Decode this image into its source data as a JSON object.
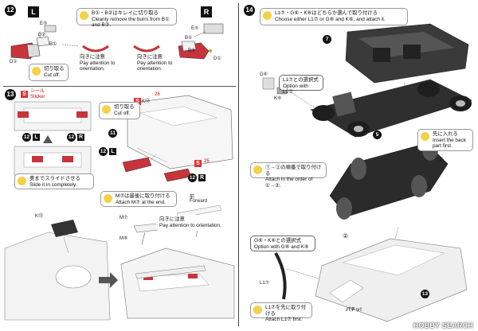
{
  "step12": {
    "number": "12",
    "left_label": "L",
    "right_label": "R",
    "cut_top": "B①・B②はキレイに切り取る\nCleanly remove the burrs from B① and B②.",
    "orientation_l": "向きに注意\nPay attention to\norientation.",
    "orientation_r": "向きに注意\nPay attention to\norientation.",
    "cut_off": "切り取る\nCut off.",
    "parts": [
      "E⑤",
      "B①",
      "D①",
      "B②",
      "E⑤",
      "D①",
      "B①",
      "B②"
    ]
  },
  "step13": {
    "number": "13",
    "seal_jp": "シール",
    "seal_en": "Sticker",
    "sticker_letter": "S",
    "k_part": "K⑫",
    "cut_off": "切り取る\nCut off.",
    "body_part": "11",
    "lamp_l": "12",
    "lamp_l_side": "L",
    "lamp_r": "12",
    "lamp_r_side": "R",
    "slide_in": "奥までスライドさせる\nSlide it in completely.",
    "attach_m": "M⑦は最後に取り付ける\nAttach M⑦ at the end.",
    "front_jp": "前",
    "front_en": "Forward",
    "orientation": "向きに注意\nPay attention to orientation.",
    "k14": "K⑬",
    "m7": "M⑦",
    "m8": "M⑧",
    "sticker_codes": [
      "26",
      "25"
    ]
  },
  "step14": {
    "number": "14",
    "choose": "L1⑦・G⑥・K⑥はどちらか選んで取り付ける\nChoose either L1⑦ or G⑥ and K⑥, and attach it.",
    "part7": "7",
    "g6": "G⑥",
    "k6": "K⑥",
    "l1_option": "L1⑦との選択式\nOption with L1⑦",
    "part5": "5",
    "insert_back": "先に入れる\nInsert the back\npart first.",
    "order": "①→②の順番で取り付ける\nAttach in the order of ①→②.",
    "g6k6_option": "G⑥・K⑥との選択式\nOption with G⑥ and K⑥",
    "l1_part": "L1⑦",
    "l1_first": "L1⑦を先に取り付ける\nAttach L1⑦ first.",
    "bachi": "パチッ!",
    "part13": "13",
    "marks": [
      "①",
      "②"
    ]
  },
  "watermark": "HOBBY SEARCH",
  "colors": {
    "black_badge": "#111111",
    "sticker_red": "#d33333",
    "hand_yellow": "#f3d24a",
    "body_gray": "#e9e9e9",
    "chassis_dark": "#2b2b2b"
  }
}
